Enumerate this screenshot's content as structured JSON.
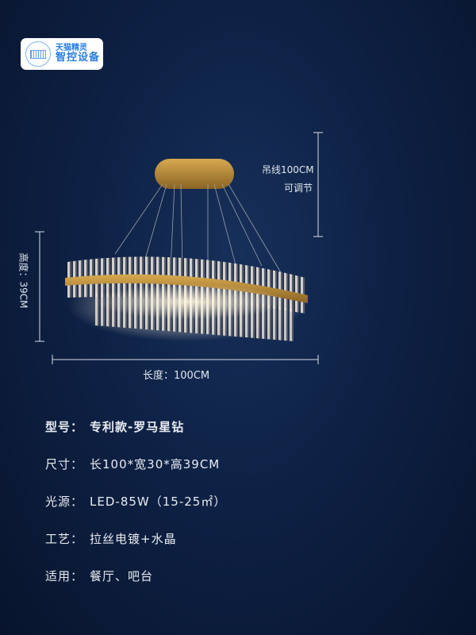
{
  "badge": {
    "line1": "天猫精灵",
    "line2": "智控设备"
  },
  "dimensions": {
    "hang_label": "吊线100CM",
    "hang_note": "可调节",
    "height_label": "高度：39CM",
    "length_label": "长度：100CM"
  },
  "specs": [
    {
      "key": "型号：",
      "value": "专利款-罗马星钻"
    },
    {
      "key": "尺寸：",
      "value": "长100*宽30*高39CM"
    },
    {
      "key": "光源：",
      "value": "LED-85W（15-25㎡）"
    },
    {
      "key": "工艺：",
      "value": "拉丝电镀+水晶"
    },
    {
      "key": "适用：",
      "value": "餐厅、吧台"
    }
  ]
}
